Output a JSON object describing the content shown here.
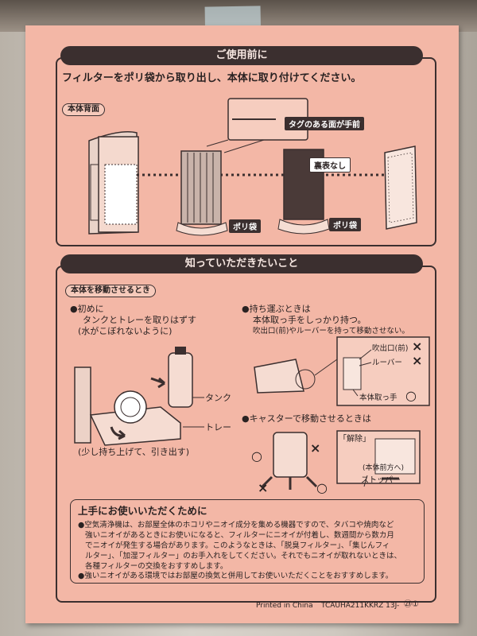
{
  "before_use": {
    "heading": "ご使用前に",
    "instruction": "フィルターをポリ袋から取り出し、本体に取り付けてください。",
    "rear_label": "本体背面",
    "tag_callout": "タグのある面が手前",
    "callout_no_side": "裏表なし",
    "bag_label_1": "ポリ袋",
    "bag_label_2": "ポリ袋"
  },
  "good_to_know": {
    "heading": "知っていただきたいこと",
    "moving_heading": "本体を移動させるとき",
    "first_title": "●初めに",
    "first_line1": "タンクとトレーを取りはずす",
    "first_line2": "(水がこぼれないように)",
    "tank_label": "タンク",
    "tray_label": "トレー",
    "lift_caption": "(少し持ち上げて、引き出す)",
    "carry_title": "●持ち運ぶときは",
    "carry_line1": "本体取っ手をしっかり持つ。",
    "carry_line2": "吹出口(前)やルーバーを持って移動させない。",
    "outlet_label": "吹出口(前)",
    "louver_label": "ルーバー",
    "handle_label": "本体取っ手",
    "caster_title": "●キャスターで移動させるときは",
    "release_label": "「解除」",
    "front_label": "(本体前方へ)",
    "stopper_label": "ストッパー",
    "ok_mark": "○",
    "ng_mark": "×"
  },
  "tips": {
    "heading": "上手にお使いいただくために",
    "bullet1_lines": [
      "●空気清浄機は、お部屋全体のホコリやニオイ成分を集める機器ですので、タバコや焼肉など",
      "強いニオイがあるときにお使いになると、フィルターにニオイが付着し、数週間から数カ月",
      "でニオイが発生する場合があります。このようなときは、「脱臭フィルター」、「集じんフィ",
      "ルター」、「加湿フィルター」のお手入れをしてください。それでもニオイが取れないときは、",
      "各種フィルターの交換をおすすめします。"
    ],
    "bullet2": "●強いニオイがある環境ではお部屋の換気と併用してお使いいただくことをおすすめします。"
  },
  "footer": {
    "printed": "Printed in China",
    "code": "TCAUHA211KKRZ 13J-",
    "marks": "㉓①"
  }
}
